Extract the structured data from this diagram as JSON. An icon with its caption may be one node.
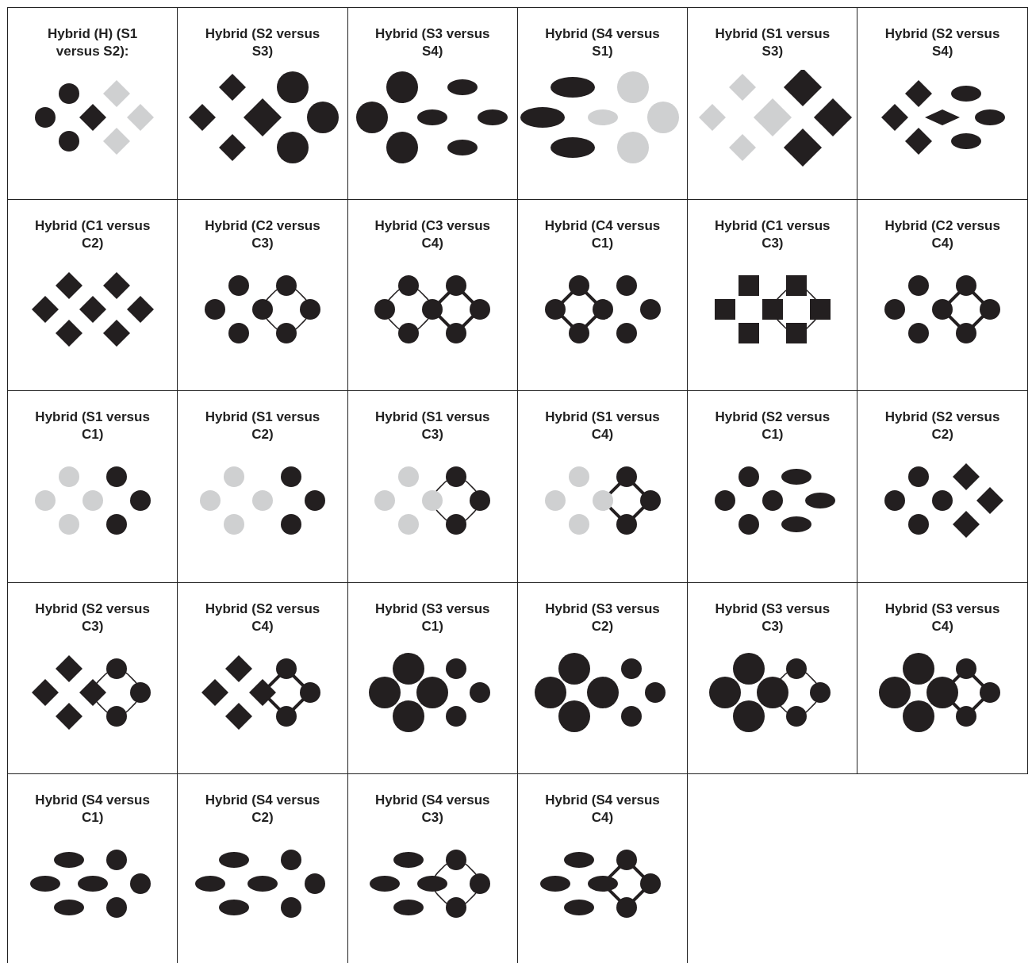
{
  "diagram": {
    "nodes": [
      {
        "text": [
          "Hybrid (H) (S1 versus S2):"
        ]
      },
      {
        "text": [
          "Hybrid (S2 versus S3)"
        ]
      },
      {
        "text": [
          "Hybrid (S3 versus S4)"
        ]
      },
      {
        "text": [
          "Hybrid (S4 versus S1)"
        ]
      },
      {
        "text": [
          "Hybrid (S1 versus S3)"
        ]
      },
      {
        "text": [
          "Hybrid (S2 versus S4)"
        ]
      },
      {
        "text": [
          "Hybrid (C1 versus C2)"
        ]
      },
      {
        "text": [
          "Hybrid (C2 versus C3)"
        ]
      },
      {
        "text": [
          "Hybrid (C3 versus C4)"
        ]
      },
      {
        "text": [
          "Hybrid (C4 versus C1)"
        ]
      },
      {
        "text": [
          "Hybrid (C1 versus C3)"
        ]
      },
      {
        "text": [
          "Hybrid (C2 versus C4)"
        ]
      },
      {
        "text": [
          "Hybrid (S1 versus C1)"
        ]
      },
      {
        "text": [
          "Hybrid (S1 versus C2)"
        ]
      },
      {
        "text": [
          "Hybrid (S1 versus C3)"
        ]
      },
      {
        "text": [
          "Hybrid (S1 versus C4)"
        ]
      },
      {
        "text": [
          "Hybrid (S2 versus C1)"
        ]
      },
      {
        "text": [
          "Hybrid (S2 versus C2)"
        ]
      },
      {
        "text": [
          "Hybrid (S2 versus C3)"
        ]
      },
      {
        "text": [
          "Hybrid (S2 versus C4)"
        ]
      },
      {
        "text": [
          "Hybrid (S3 versus C1)"
        ]
      },
      {
        "text": [
          "Hybrid (S3 versus C2)"
        ]
      },
      {
        "text": [
          "Hybrid (S3 versus C3)"
        ]
      },
      {
        "text": [
          "Hybrid (S3 versus C4)"
        ]
      },
      {
        "text": [
          "Hybrid (S4 versus C1)"
        ]
      },
      {
        "text": [
          "Hybrid (S4 versus C2)"
        ]
      },
      {
        "text": [
          "Hybrid (S4 versus C3)"
        ]
      },
      {
        "text": [
          "Hybrid (S4 versus C4)"
        ]
      }
    ]
  }
}
